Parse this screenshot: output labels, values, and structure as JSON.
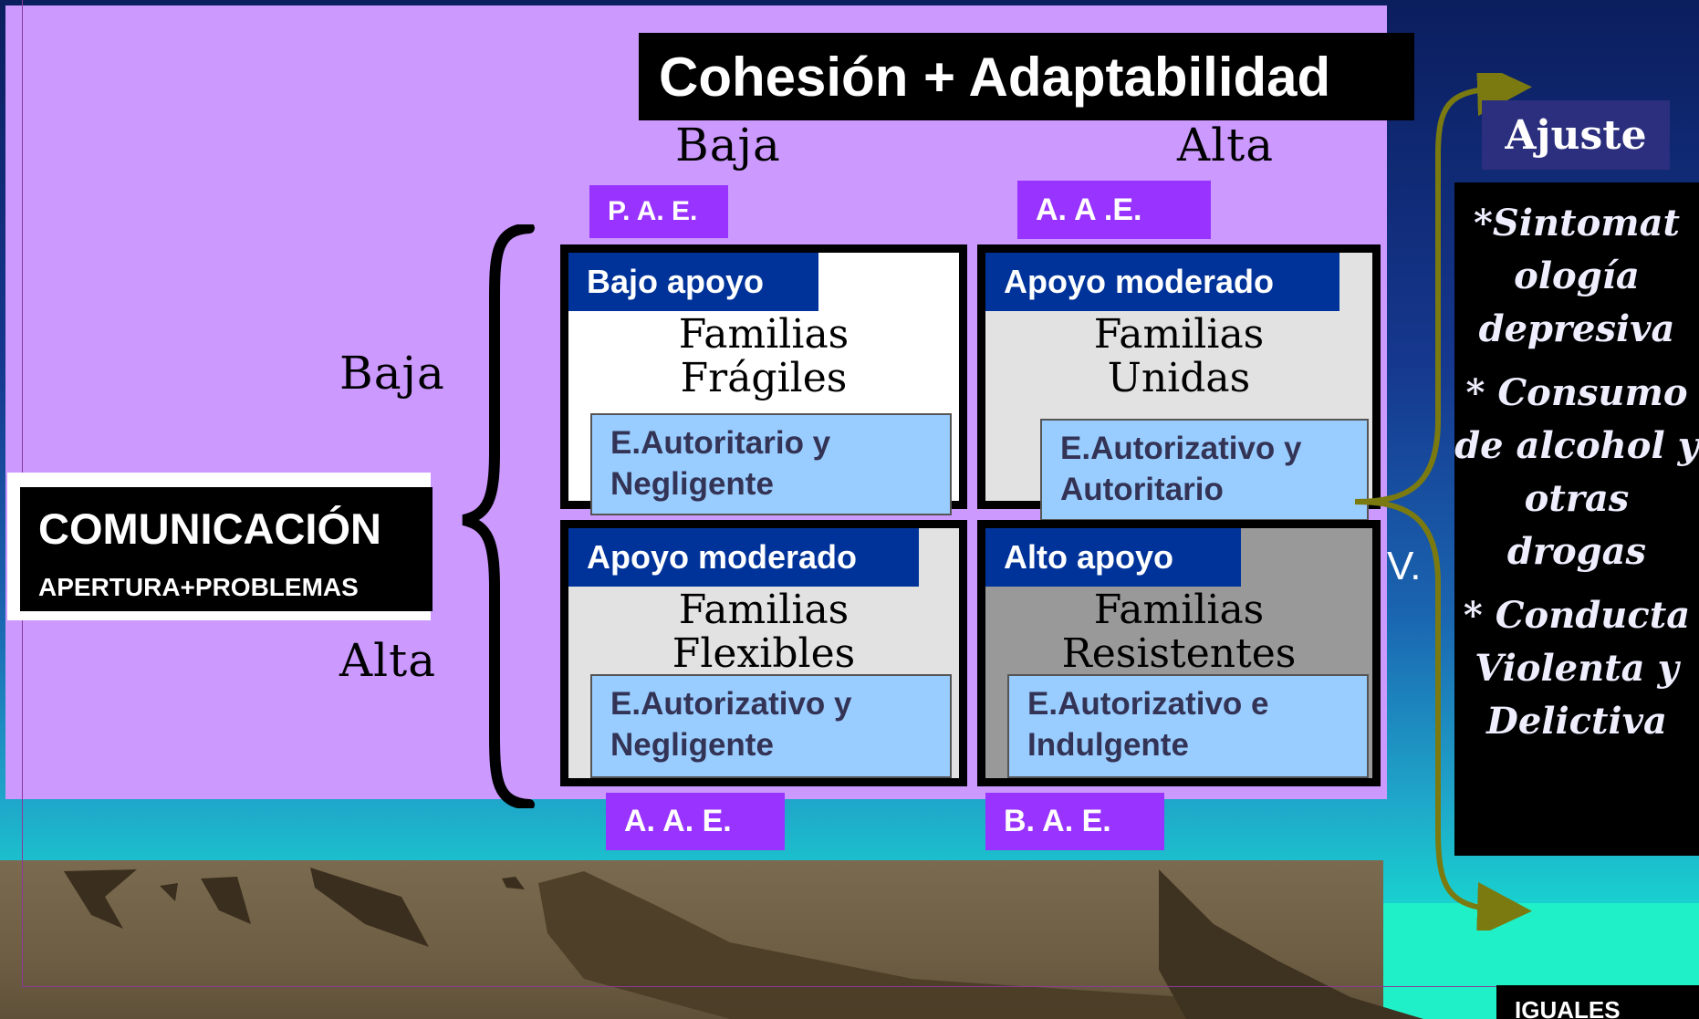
{
  "title": "Cohesión + Adaptabilidad",
  "cohesion_axis": {
    "low": "Baja",
    "high": "Alta"
  },
  "communication_axis": {
    "low": "Baja",
    "high": "Alta"
  },
  "communication": {
    "title": "COMUNICACIÓN",
    "subtitle": "APERTURA+PROBLEMAS"
  },
  "top_tags": [
    "P. A. E.",
    "A. A .E."
  ],
  "bottom_tags": [
    "A. A. E.",
    "B. A. E."
  ],
  "cells": [
    {
      "support": "Bajo apoyo",
      "family_line1": "Familias",
      "family_line2": "Frágiles",
      "style_line1": "E.Autoritario y",
      "style_line2": "Negligente"
    },
    {
      "support": "Apoyo moderado",
      "family_line1": "Familias",
      "family_line2": "Unidas",
      "style_line1": "E.Autorizativo y",
      "style_line2": "Autoritario"
    },
    {
      "support": "Apoyo moderado",
      "family_line1": "Familias",
      "family_line2": "Flexibles",
      "style_line1": "E.Autorizativo y",
      "style_line2": "Negligente"
    },
    {
      "support": "Alto apoyo",
      "family_line1": "Familias",
      "family_line2": "Resistentes",
      "style_line1": "E.Autorizativo e",
      "style_line2": "Indulgente"
    }
  ],
  "v_label": "V.",
  "ajuste": "Ajuste",
  "effects": [
    "*Sintomat ología depresiva",
    "* Consumo de alcohol y otras drogas",
    "* Conducta Violenta y Delictiva"
  ],
  "iguales": "IGUALES",
  "colors": {
    "panel": "#cc99ff",
    "tag": "#9933ff",
    "cell_header": "#003399",
    "style_box": "#99ccff",
    "arrow": "#7a7a10"
  }
}
